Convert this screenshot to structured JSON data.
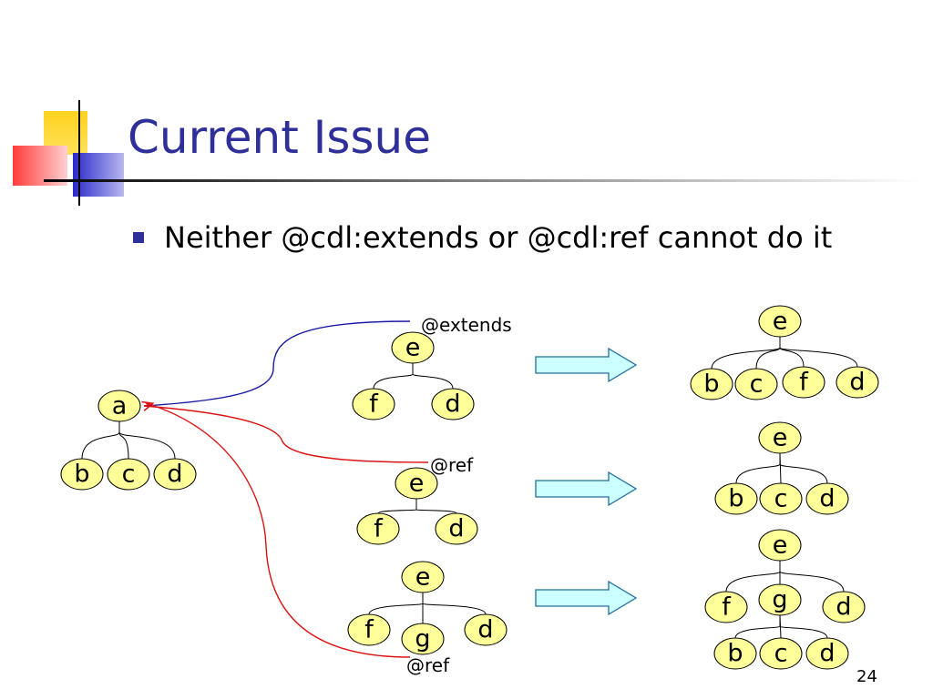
{
  "slide": {
    "title": "Current Issue",
    "bullets": [
      "Neither @cdl:extends or @cdl:ref cannot do it"
    ],
    "slide_number": "24"
  },
  "colors": {
    "title": "#2f2f99",
    "node_fill": "#ffff99",
    "node_stroke": "#000000",
    "extends_line": "#1a1aa6",
    "ref_line": "#dd1111",
    "arrow_fill": "#ccffff",
    "arrow_stroke": "#1f6f9f"
  },
  "diagram": {
    "edge_labels": {
      "extends": "@extends",
      "ref_top": "@ref",
      "ref_bottom": "@ref"
    },
    "nodes": {
      "src_a": "a",
      "src_b": "b",
      "src_c": "c",
      "src_d": "d",
      "t1_e": "e",
      "t1_f": "f",
      "t1_d": "d",
      "t2_e": "e",
      "t2_f": "f",
      "t2_d": "d",
      "t3_e": "e",
      "t3_f": "f",
      "t3_g": "g",
      "t3_d": "d",
      "r1_e": "e",
      "r1_b": "b",
      "r1_c": "c",
      "r1_f": "f",
      "r1_d": "d",
      "r2_e": "e",
      "r2_b": "b",
      "r2_c": "c",
      "r2_d": "d",
      "r3_e": "e",
      "r3_f": "f",
      "r3_g": "g",
      "r3_d": "d",
      "r3_b": "b",
      "r3_c": "c",
      "r3_d2": "d"
    }
  }
}
